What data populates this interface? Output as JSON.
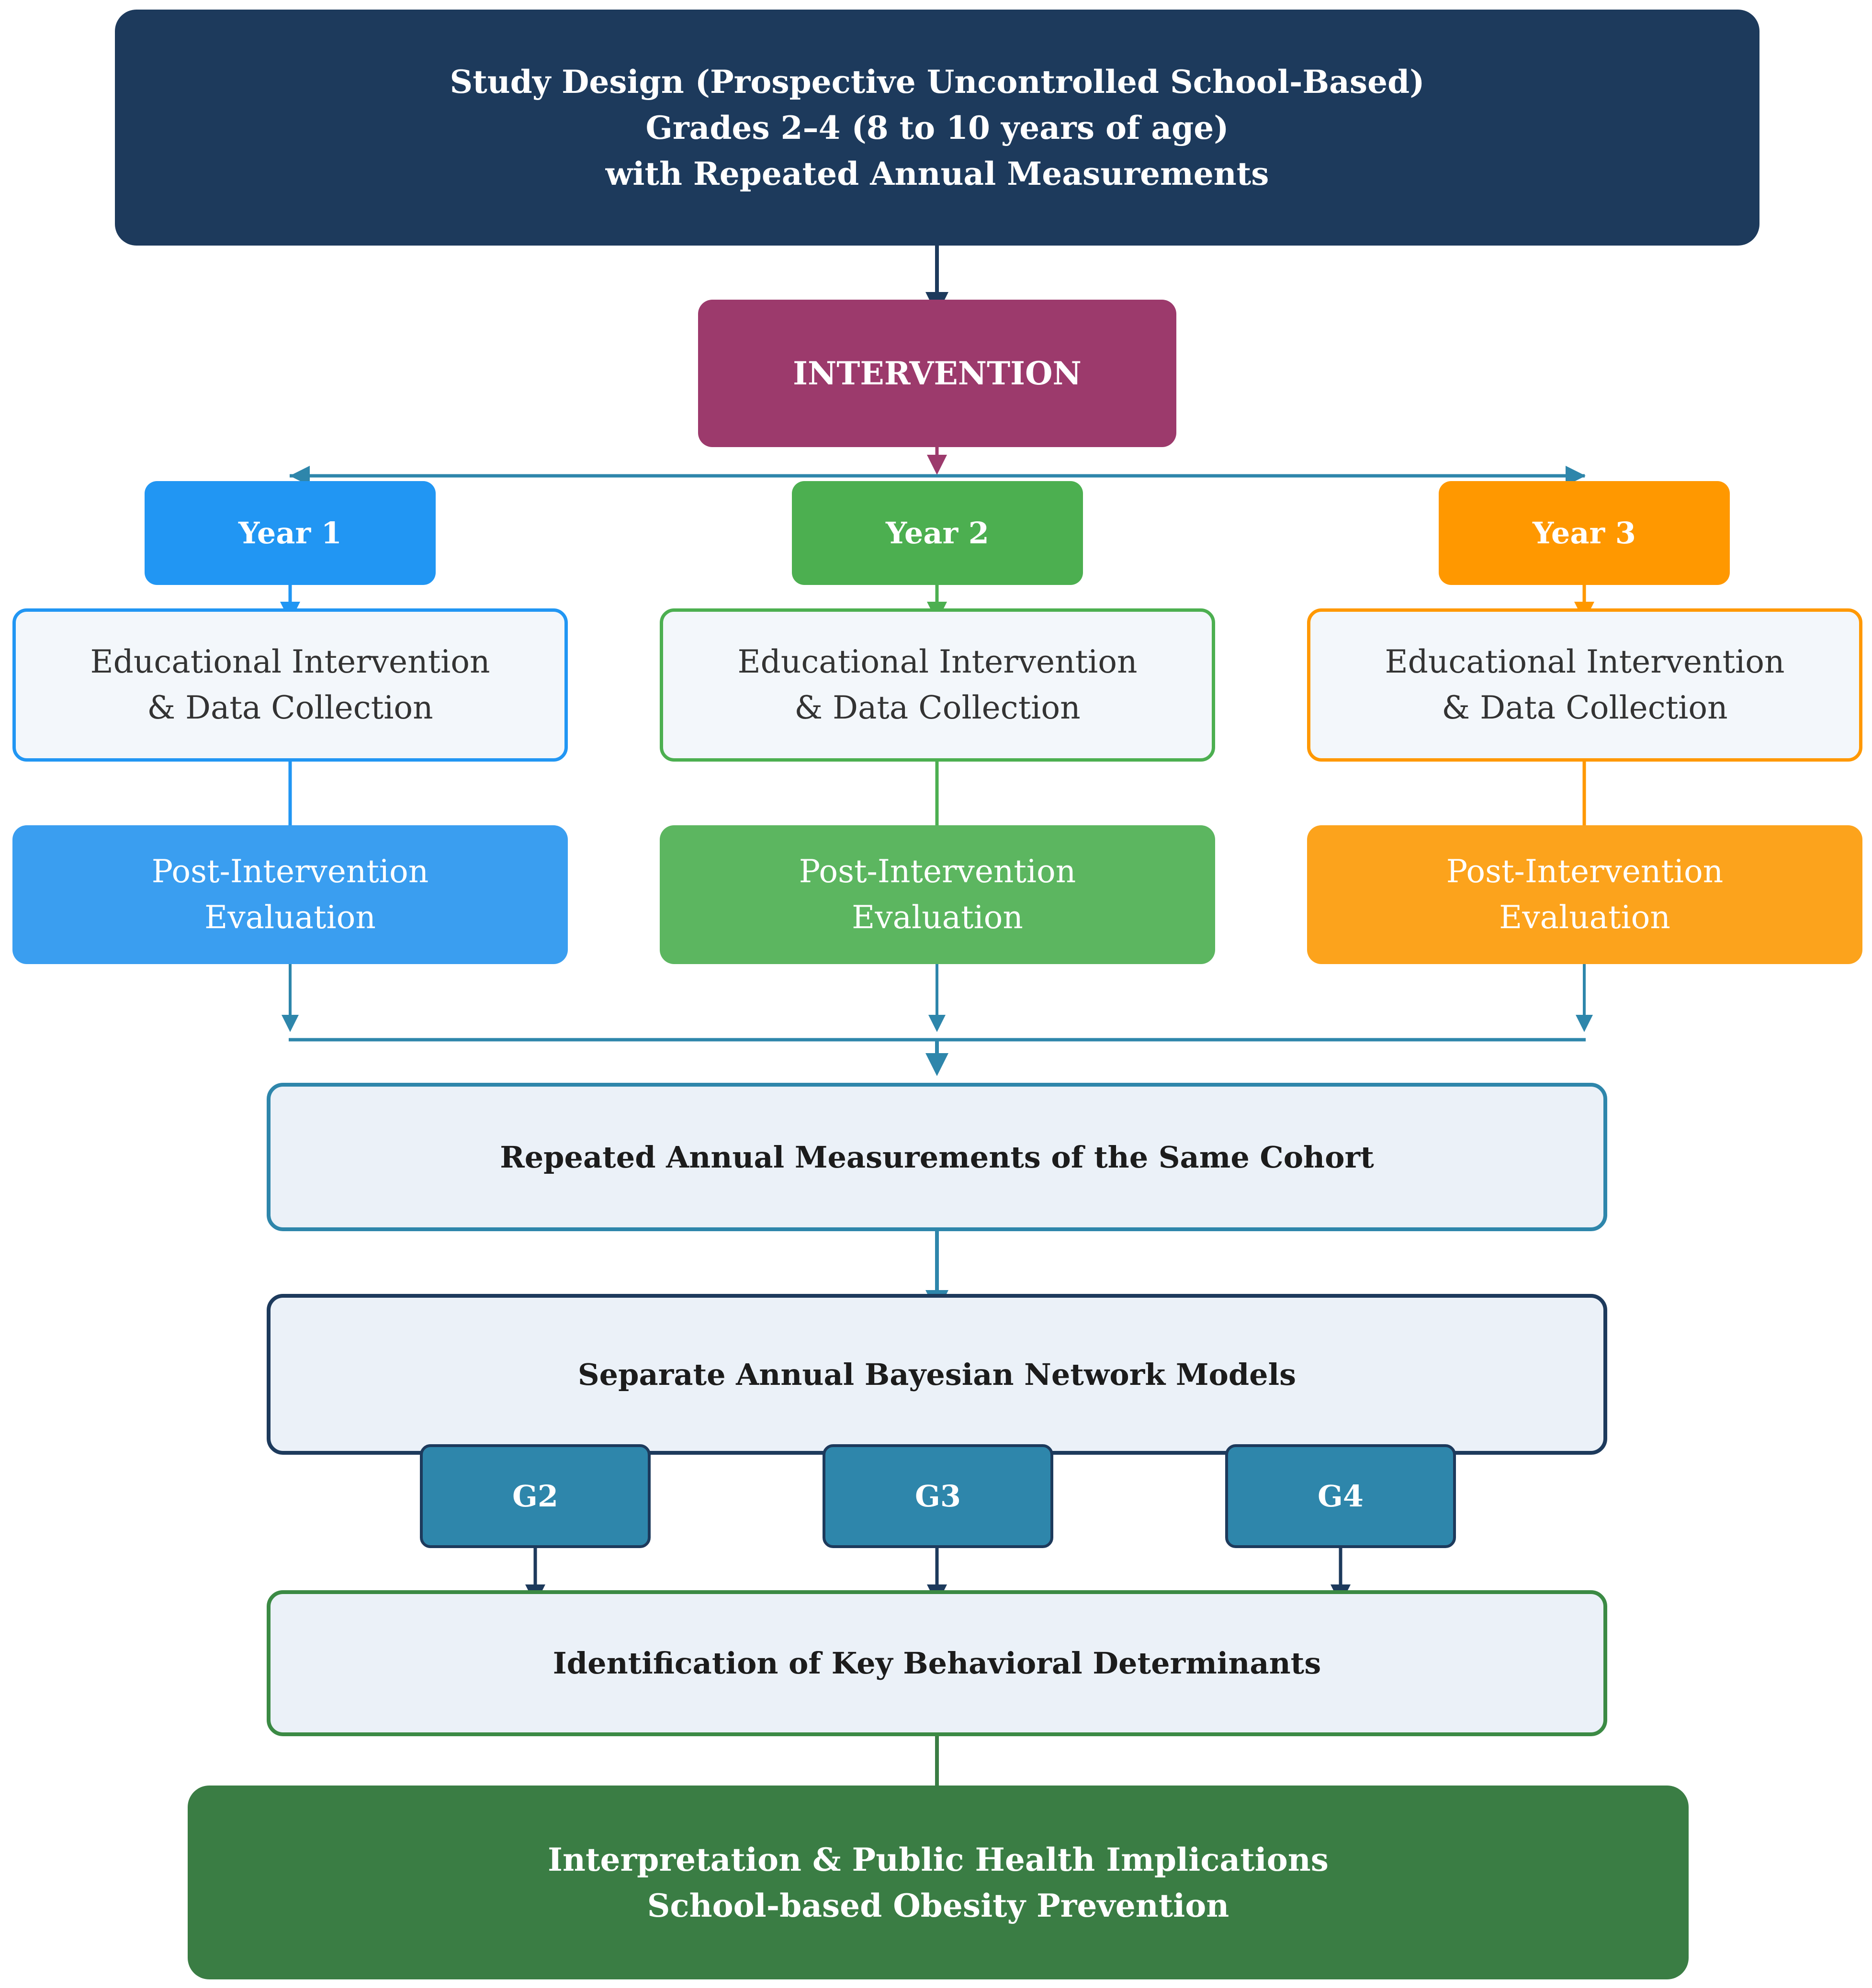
{
  "study_design": {
    "line1": "Study Design (Prospective Uncontrolled School-Based)",
    "line2": "Grades 2–4 (8 to 10 years of age)",
    "line3": "with Repeated Annual Measurements"
  },
  "intervention": {
    "label": "INTERVENTION"
  },
  "years": [
    {
      "label": "Year 1",
      "edu_line1": "Educational Intervention",
      "edu_line2": "& Data Collection",
      "post_line1": "Post-Intervention",
      "post_line2": "Evaluation"
    },
    {
      "label": "Year 2",
      "edu_line1": "Educational Intervention",
      "edu_line2": "& Data Collection",
      "post_line1": "Post-Intervention",
      "post_line2": "Evaluation"
    },
    {
      "label": "Year 3",
      "edu_line1": "Educational Intervention",
      "edu_line2": "& Data Collection",
      "post_line1": "Post-Intervention",
      "post_line2": "Evaluation"
    }
  ],
  "repeated_measurements": {
    "label": "Repeated Annual Measurements of the Same Cohort"
  },
  "bayesian_models": {
    "label": "Separate Annual Bayesian Network Models"
  },
  "grades": [
    {
      "label": "G2"
    },
    {
      "label": "G3"
    },
    {
      "label": "G4"
    }
  ],
  "key_determinants": {
    "label": "Identification of Key Behavioral Determinants"
  },
  "implications": {
    "line1": "Interpretation & Public Health Implications",
    "line2": "School-based Obesity Prevention"
  },
  "colors": {
    "navy": "#1d3a5c",
    "magenta": "#9c3a6c",
    "year1_blue": "#2196f3",
    "year2_green": "#4caf50",
    "year3_orange": "#ff9800",
    "teal": "#2e86ab",
    "dark_green": "#3a7d44"
  }
}
